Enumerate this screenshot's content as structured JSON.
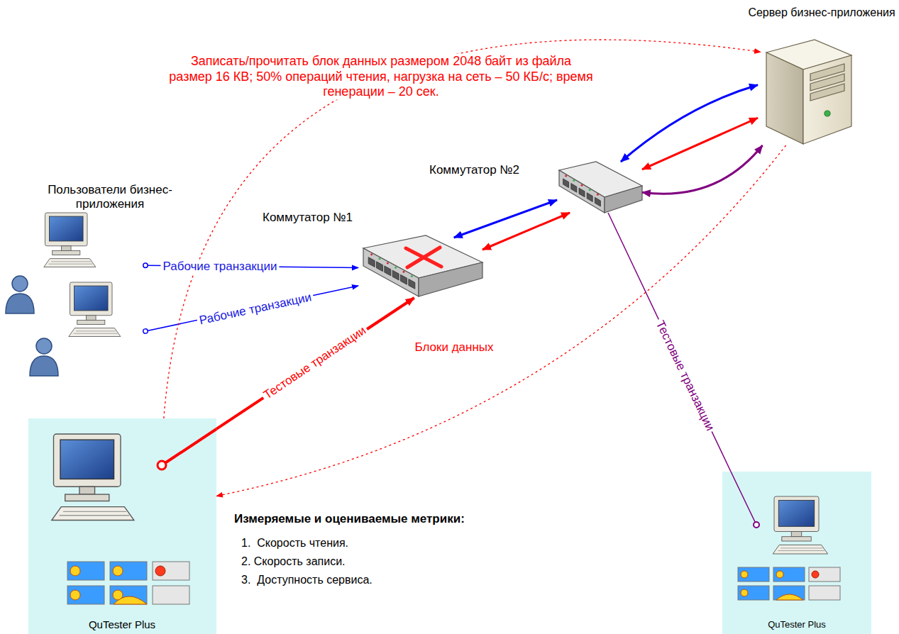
{
  "diagram": {
    "nodes": [
      {
        "text": [
          "Пользователи бизнес-приложения"
        ]
      },
      {
        "text": [
          "Коммутатор №1"
        ]
      },
      {
        "text": [
          "Коммутатор №2"
        ]
      },
      {
        "text": [
          "Сервер бизнес-приложения"
        ]
      },
      {
        "text": [
          "QuTester Plus"
        ]
      },
      {
        "text": [
          "QuTester Plus"
        ]
      }
    ],
    "edges": [
      {
        "from": 0,
        "to": 1,
        "arrow": "to",
        "label": "Рабочие транзакции"
      },
      {
        "from": 0,
        "to": 1,
        "arrow": "to",
        "label": "Рабочие транзакции"
      },
      {
        "from": 1,
        "to": 2,
        "arrow": "both"
      },
      {
        "from": 1,
        "to": 2,
        "arrow": "both"
      },
      {
        "from": 2,
        "to": 3,
        "arrow": "both"
      },
      {
        "from": 2,
        "to": 3,
        "arrow": "both"
      },
      {
        "from": 2,
        "to": 3,
        "arrow": "both"
      },
      {
        "from": 4,
        "to": 1,
        "arrow": "to",
        "label": "Тестовые транзакции"
      },
      {
        "from": 5,
        "to": 2,
        "arrow": "none",
        "label": "Тестовые транзакции"
      },
      {
        "from": 4,
        "to": 3,
        "arrow": "to",
        "label": "Записать/прочитать блок данных размером 2048 байт из файла размер 16 КВ; 50% операций чтения, нагрузка на сеть – 50 КБ/с; время генерации – 20 сек."
      },
      {
        "from": 3,
        "to": 4,
        "arrow": "to",
        "label": "Блоки данных"
      }
    ],
    "labels": [
      "Измеряемые и оцениваемые метрики:",
      "1.  Скорость чтения.",
      "2. Скорость записи.",
      "3.  Доступность сервиса."
    ]
  }
}
